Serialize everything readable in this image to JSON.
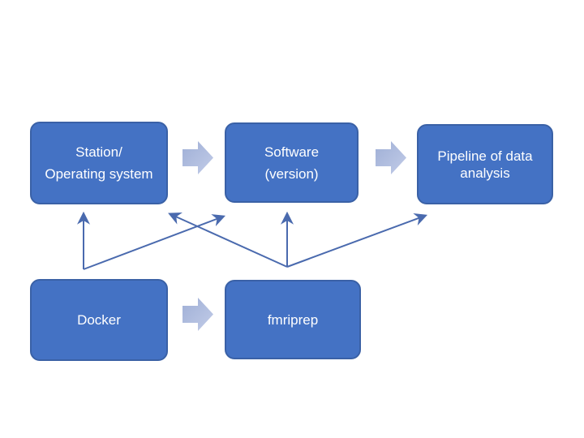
{
  "slide": {
    "background": "#FFFFFF",
    "colors": {
      "node_fill": "#4472C4",
      "node_border": "#3A61A6",
      "node_text": "#FFFFFF",
      "connector": "#4A6AAE",
      "flow_arrow_dark": "#9FAFD6",
      "flow_arrow_light": "#C2CCE8"
    },
    "nodes": [
      {
        "id": "station",
        "line1": "Station/",
        "line2": "Operating system"
      },
      {
        "id": "software",
        "line1": "Software",
        "line2": "(version)"
      },
      {
        "id": "pipeline",
        "line1": "Pipeline of data",
        "line2": "analysis"
      },
      {
        "id": "docker",
        "line1": "Docker"
      },
      {
        "id": "fmriprep",
        "line1": "fmriprep"
      }
    ],
    "flow_arrows": [
      {
        "icon": "right-block-arrow-icon",
        "from": "station",
        "to": "software"
      },
      {
        "icon": "right-block-arrow-icon",
        "from": "software",
        "to": "pipeline"
      },
      {
        "icon": "right-block-arrow-icon",
        "from": "docker",
        "to": "fmriprep"
      }
    ],
    "connector_arrows": [
      {
        "from": "docker",
        "to": "station"
      },
      {
        "from": "docker",
        "to": "software"
      },
      {
        "from": "fmriprep",
        "to": "station"
      },
      {
        "from": "fmriprep",
        "to": "software"
      },
      {
        "from": "fmriprep",
        "to": "pipeline"
      }
    ]
  }
}
